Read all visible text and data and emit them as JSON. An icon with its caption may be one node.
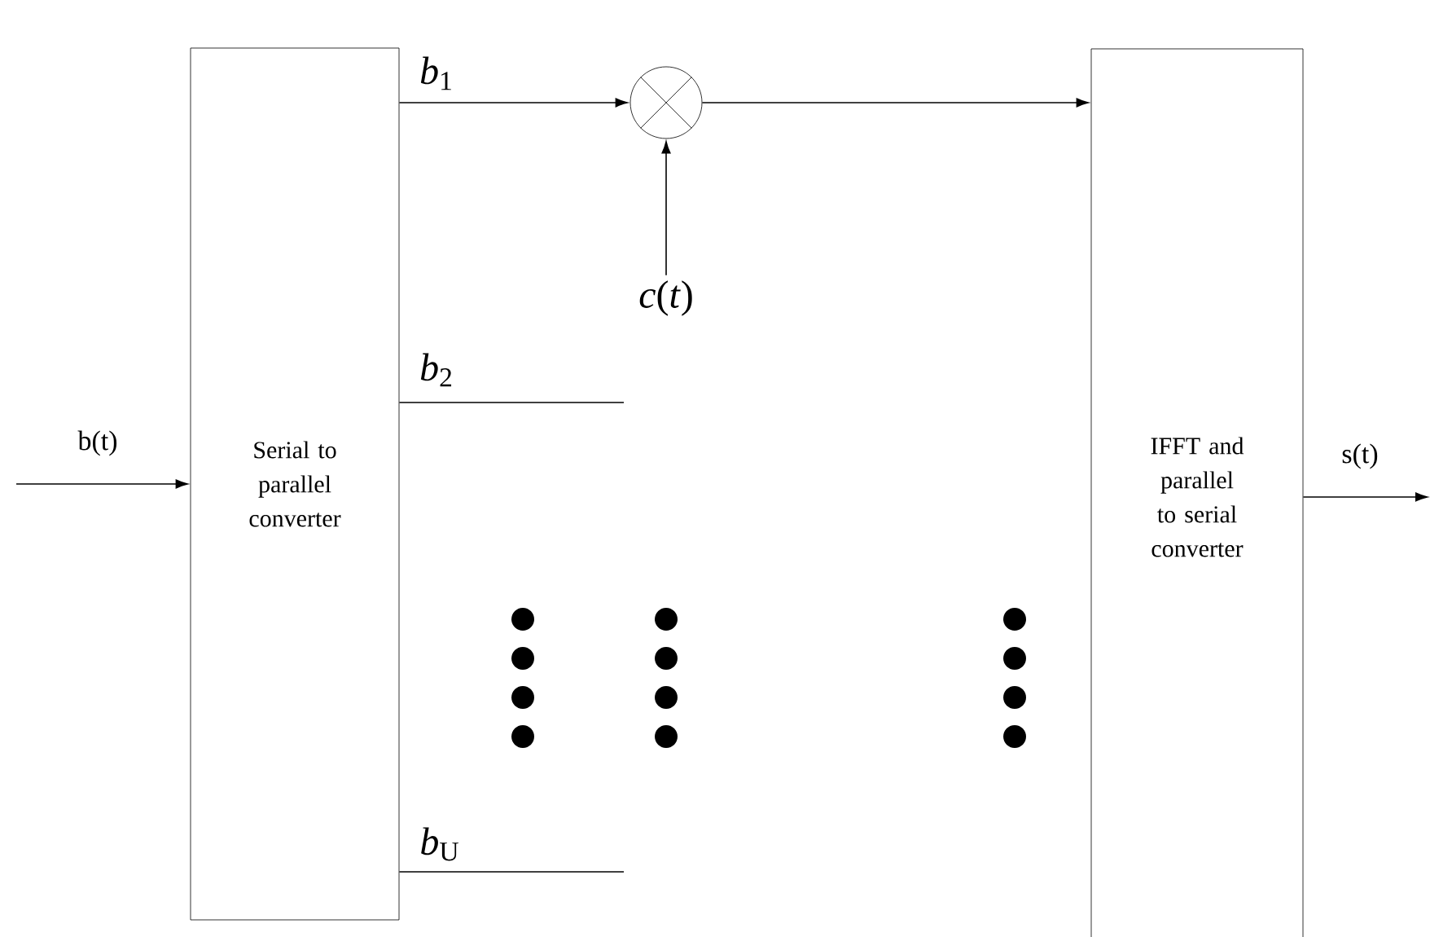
{
  "diagram": {
    "nodes": [
      {
        "text": [
          "Serial to parallel converter"
        ]
      },
      {
        "text": [],
        "shape": "circle"
      },
      {
        "text": [
          "IFFT and parallel to serial converter"
        ]
      },
      {
        "text": [
          "*c*(*t*)"
        ]
      }
    ],
    "edges": [
      {
        "from": null,
        "to": 0,
        "arrow": "to",
        "label": "b(t)"
      },
      {
        "from": 0,
        "to": 1,
        "arrow": "to",
        "label": "*b*$_{1}$"
      },
      {
        "from": 1,
        "to": 2,
        "arrow": "to"
      },
      {
        "from": 3,
        "to": 1,
        "arrow": "to"
      },
      {
        "from": 0,
        "to": null,
        "arrow": "none",
        "label": "*b*$_{2}$"
      },
      {
        "from": 0,
        "to": null,
        "arrow": "none",
        "label": "*b*$_{U}$"
      },
      {
        "from": 2,
        "to": null,
        "arrow": "to",
        "label": "s(t)"
      }
    ]
  }
}
